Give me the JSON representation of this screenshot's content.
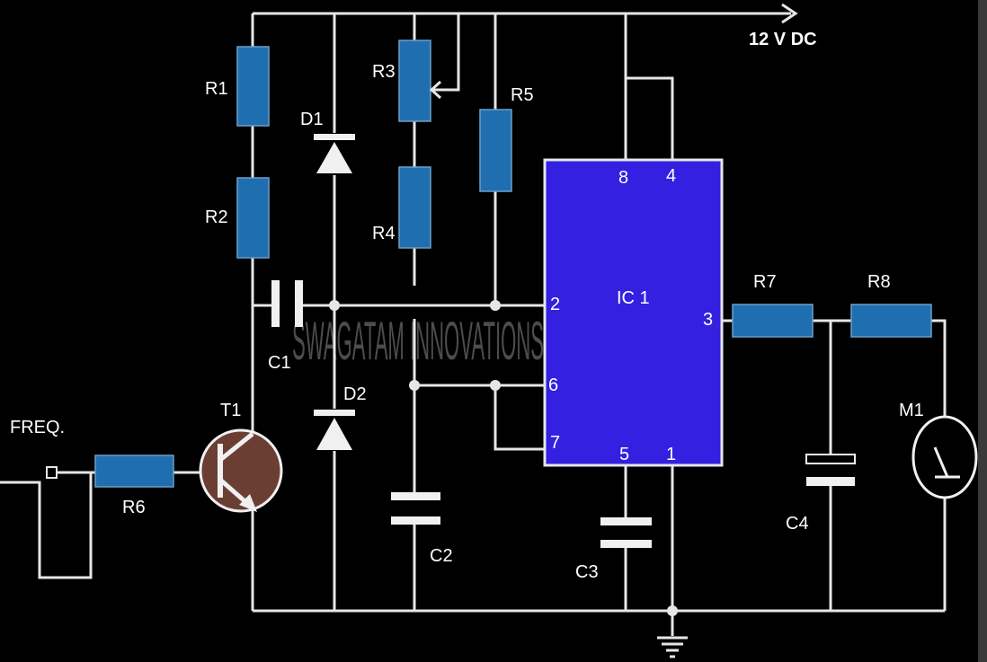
{
  "supply_label": "12 V DC",
  "freq_label": "FREQ.",
  "watermark": "SWAGATAM INNOVATIONS",
  "ic": {
    "label": "IC 1",
    "pins": {
      "p8": "8",
      "p4": "4",
      "p2": "2",
      "p6": "6",
      "p7": "7",
      "p5": "5",
      "p1": "1",
      "p3": "3"
    }
  },
  "components": {
    "r1": "R1",
    "r2": "R2",
    "r3": "R3",
    "r4": "R4",
    "r5": "R5",
    "r6": "R6",
    "r7": "R7",
    "r8": "R8",
    "c1": "C1",
    "c2": "C2",
    "c3": "C3",
    "c4": "C4",
    "d1": "D1",
    "d2": "D2",
    "t1": "T1",
    "m1": "M1"
  },
  "colors": {
    "background": "#000000",
    "wire": "#e6e6e6",
    "resistor": "#1f6fb0",
    "ic": "#3320e0",
    "transistor": "#6b3e34"
  }
}
